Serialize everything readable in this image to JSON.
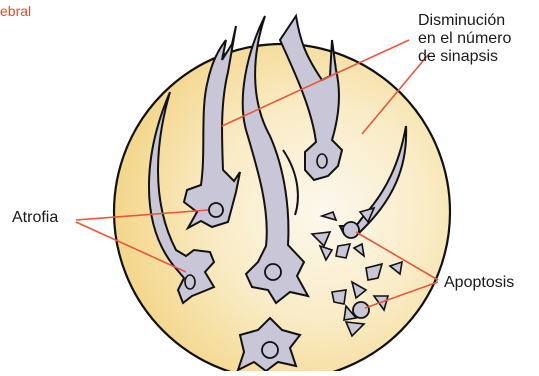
{
  "header": {
    "fragment": "ebral"
  },
  "labels": {
    "synapse_line1": "Disminución",
    "synapse_line2": "en el número",
    "synapse_line3": "de sinapsis",
    "atrophy": "Atrofia",
    "apoptosis": "Apoptosis"
  },
  "colors": {
    "oval_fill_center": "#fbf6ea",
    "oval_fill_edge": "#f6dc98",
    "neuron_fill": "#c9c6d8",
    "leader": "#e9573a",
    "outline": "#111111"
  }
}
